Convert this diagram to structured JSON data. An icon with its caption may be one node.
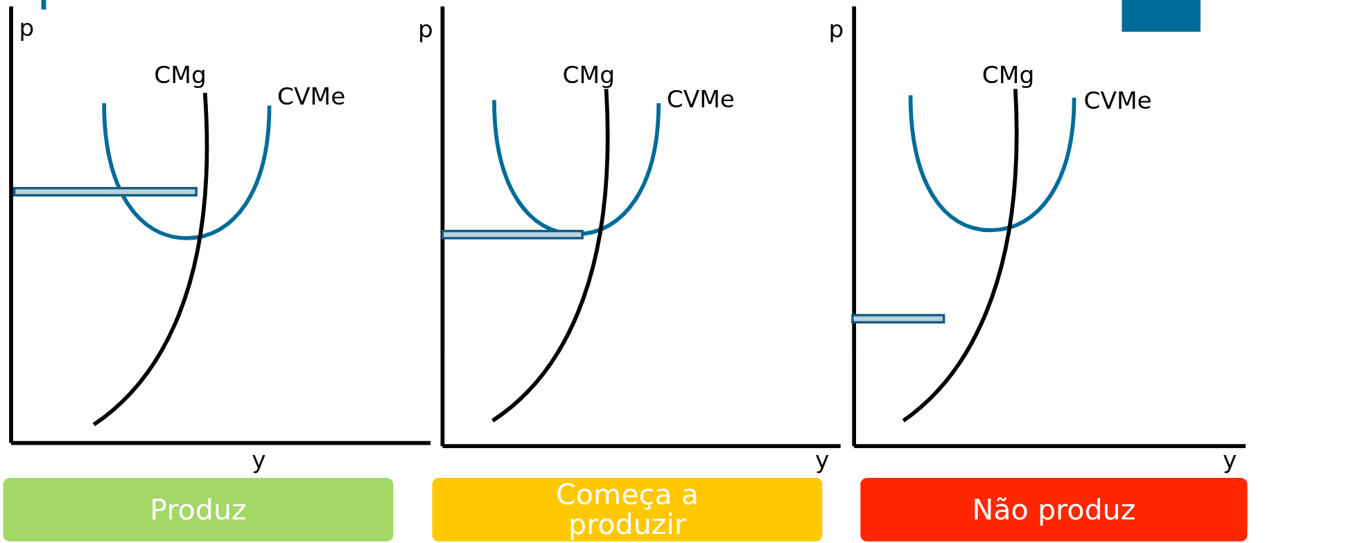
{
  "diagram": {
    "nodes": [
      {
        "text": [
          "Produz"
        ]
      },
      {
        "text": [
          "Começa a produzir"
        ]
      },
      {
        "text": [
          "Não produz"
        ]
      }
    ],
    "labels": [
      "p",
      "CMg",
      "CVMe",
      "y",
      "p",
      "CMg",
      "CVMe",
      "y",
      "p",
      "CMg",
      "CVMe",
      "y"
    ]
  }
}
